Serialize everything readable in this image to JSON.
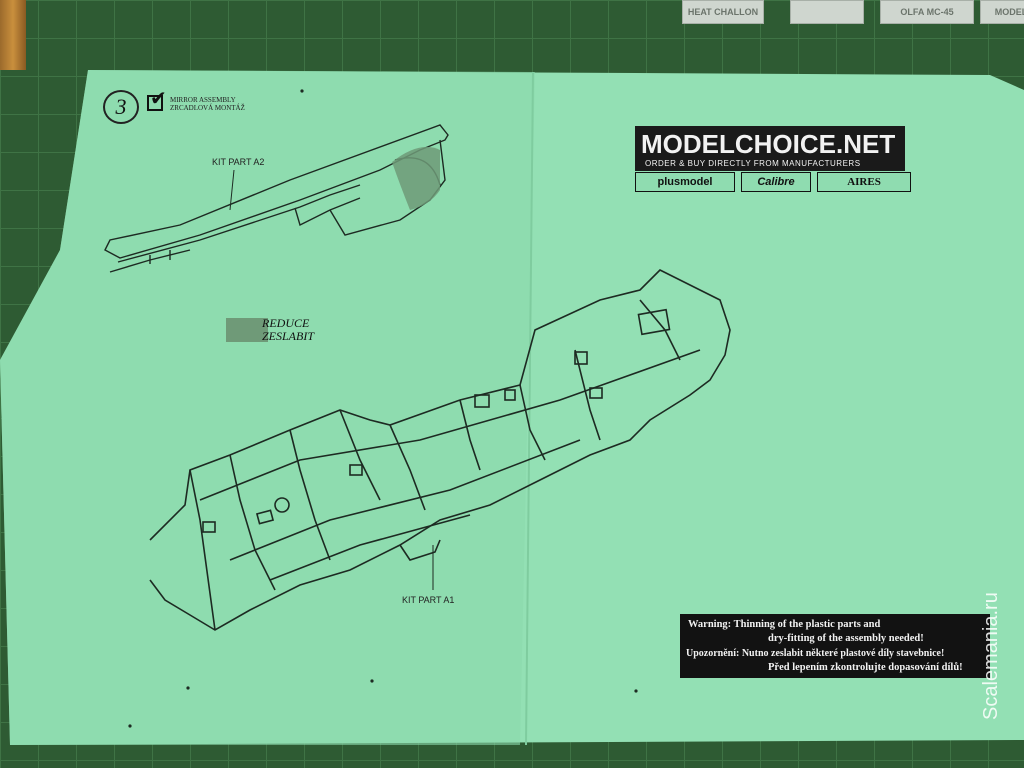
{
  "step": {
    "number": "3",
    "title_line1": "MIRROR ASSEMBLY",
    "title_line2": "ZRCADLOVÁ MONTÁŽ"
  },
  "brand": {
    "title": "MODELCHOICE.NET",
    "subtitle": "ORDER & BUY DIRECTLY FROM MANUFACTURERS",
    "logos": [
      "plusmodel",
      "Calibre",
      "AIRES"
    ]
  },
  "labels": {
    "kit_part_a2": "KIT PART A2",
    "kit_part_a1": "KIT PART A1",
    "reduce_line1": "REDUCE",
    "reduce_line2": "ZESLABIT"
  },
  "warning": {
    "line1": "Warning: Thinning of the plastic parts and",
    "line2": "dry-fitting of the assembly needed!",
    "line3": "Upozornění: Nutno zeslabit některé plastové díly stavebnice!",
    "line4": "Před lepením zkontrolujte dopasování dílů!"
  },
  "mat_marks": [
    "HEAT CHALLON",
    "OLFA MC-45",
    "MODEL"
  ],
  "watermark": "Scalemania.ru",
  "colors": {
    "paper": "#93e0b4",
    "mat": "#2e5b33",
    "line_art": "#1d2a22",
    "reduce_shade": "#6f9a78"
  }
}
